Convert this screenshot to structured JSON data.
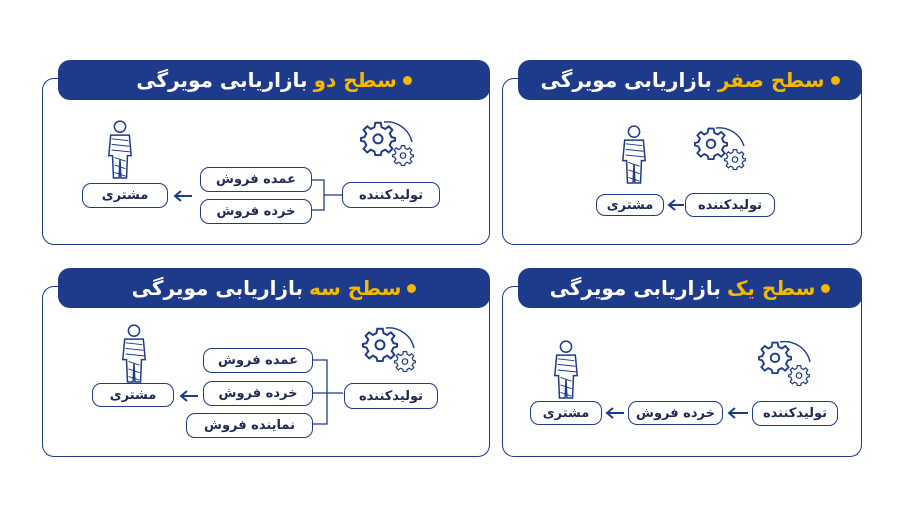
{
  "colors": {
    "navy": "#1e3a8a",
    "accent": "#f5b800"
  },
  "panels": {
    "level_zero": {
      "title_accent": "سطح صفر",
      "title_rest": "بازاریابی مویرگی",
      "producer": "تولیدکننده",
      "customer": "مشتری",
      "icons": [
        "gears-icon",
        "person-icon"
      ]
    },
    "level_two": {
      "title_accent": "سطح دو",
      "title_rest": "بازاریابی مویرگی",
      "producer": "تولیدکننده",
      "wholesale": "عمده فروش",
      "retail": "خرده فروش",
      "customer": "مشتری"
    },
    "level_one": {
      "title_accent": "سطح یک",
      "title_rest": "بازاریابی مویرگی",
      "producer": "تولیدکننده",
      "retail": "خرده فروش",
      "customer": "مشتری"
    },
    "level_three": {
      "title_accent": "سطح سه",
      "title_rest": "بازاریابی مویرگی",
      "producer": "تولیدکننده",
      "wholesale": "عمده فروش",
      "retail": "خرده فروش",
      "agent": "نماینده فروش",
      "customer": "مشتری"
    }
  }
}
